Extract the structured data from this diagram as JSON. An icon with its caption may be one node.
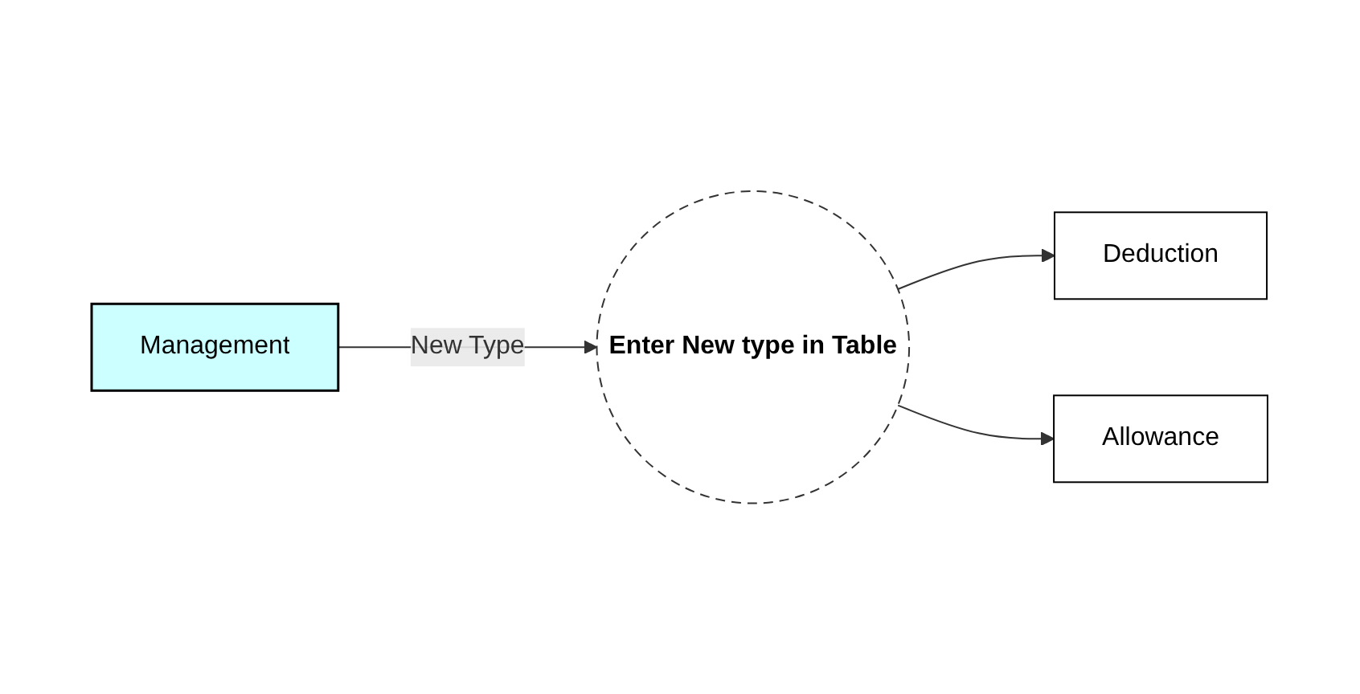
{
  "diagram": {
    "nodes": [
      {
        "text": [
          "Management"
        ]
      },
      {
        "text": [
          "Enter New type in Table"
        ]
      },
      {
        "text": [
          "Deduction"
        ]
      },
      {
        "text": [
          "Allowance"
        ]
      }
    ],
    "edges": [
      {
        "from": 0,
        "to": 1,
        "arrow": "to",
        "label": "New Type"
      },
      {
        "from": 1,
        "to": 2,
        "arrow": "to"
      },
      {
        "from": 1,
        "to": 3,
        "arrow": "to"
      }
    ]
  }
}
